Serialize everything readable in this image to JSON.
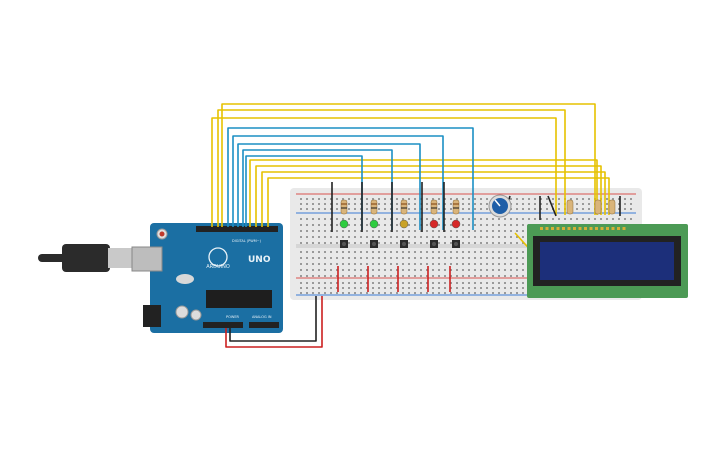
{
  "arduino": {
    "brand": "ARDUINO",
    "model": "UNO",
    "digital_header": "DIGITAL (PWM~)",
    "power_header": "POWER",
    "analog_header": "ANALOG IN",
    "colors": {
      "board": "#1b6fa3",
      "header": "#222222",
      "chip": "#1e1e1e"
    }
  },
  "usb_cable": {
    "color": "#2b2b2b",
    "plug_color": "#c9c9c9"
  },
  "breadboard": {
    "color": "#e9e9e9",
    "rail_red": "#d9534f",
    "rail_blue": "#3a7bd5"
  },
  "leds": [
    {
      "name": "led-green-1",
      "color": "#2ecc40"
    },
    {
      "name": "led-green-2",
      "color": "#2ecc40"
    },
    {
      "name": "led-yellow",
      "color": "#c9a227"
    },
    {
      "name": "led-red-1",
      "color": "#d62828"
    },
    {
      "name": "led-red-2",
      "color": "#d62828"
    }
  ],
  "buttons_count": 5,
  "potentiometer": {
    "knob_color": "#1f5fa8"
  },
  "lcd": {
    "frame_color": "#4c9a55",
    "screen_color": "#1c2f7a"
  },
  "wires": {
    "yellow": "#e6c200",
    "blue": "#1b8fc4",
    "red": "#cc1f1f",
    "black": "#222222"
  }
}
